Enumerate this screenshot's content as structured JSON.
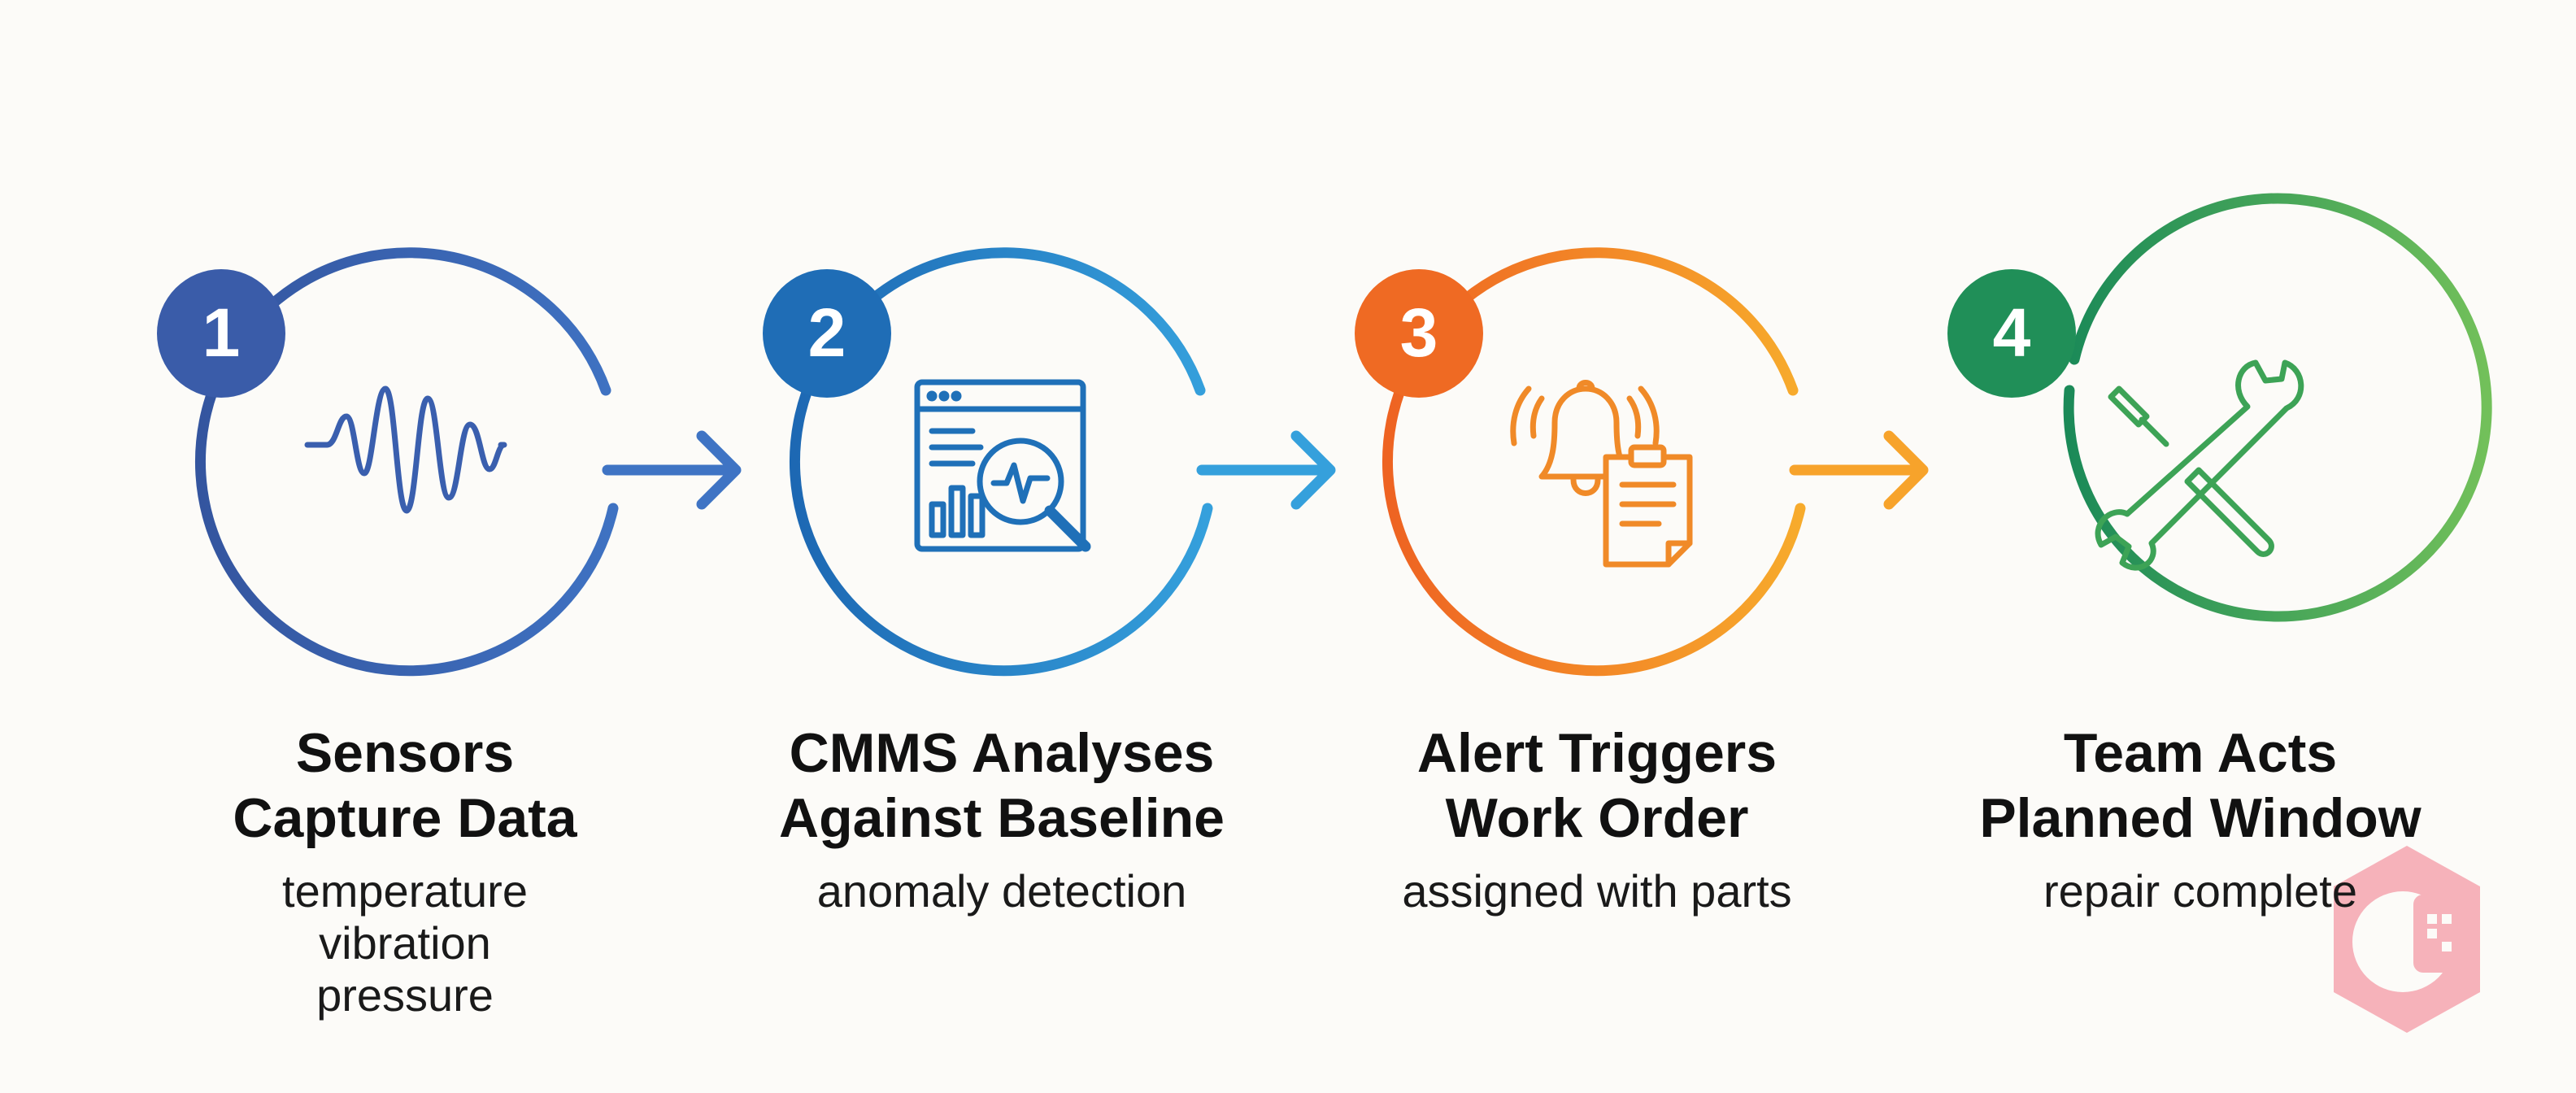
{
  "steps": [
    {
      "number": "1",
      "title_lines": [
        "Sensors",
        "Capture Data"
      ],
      "subtitle_lines": [
        "temperature",
        "vibration",
        "pressure"
      ],
      "icon": "waveform-icon",
      "color_start": "#3a5fae",
      "color_end": "#3c6cbd"
    },
    {
      "number": "2",
      "title_lines": [
        "CMMS Analyses",
        "Against Baseline"
      ],
      "subtitle_lines": [
        "anomaly detection"
      ],
      "icon": "dashboard-magnifier-icon",
      "color_start": "#1e6cb7",
      "color_end": "#3297d6"
    },
    {
      "number": "3",
      "title_lines": [
        "Alert Triggers",
        "Work Order"
      ],
      "subtitle_lines": [
        "assigned with parts"
      ],
      "icon": "bell-clipboard-icon",
      "color_start": "#ef6b23",
      "color_end": "#f7a32b"
    },
    {
      "number": "4",
      "title_lines": [
        "Team Acts",
        "Planned Window"
      ],
      "subtitle_lines": [
        "repair complete"
      ],
      "icon": "wrench-screwdriver-icon",
      "color_start": "#1f8f58",
      "color_end": "#6cbc5a"
    }
  ]
}
